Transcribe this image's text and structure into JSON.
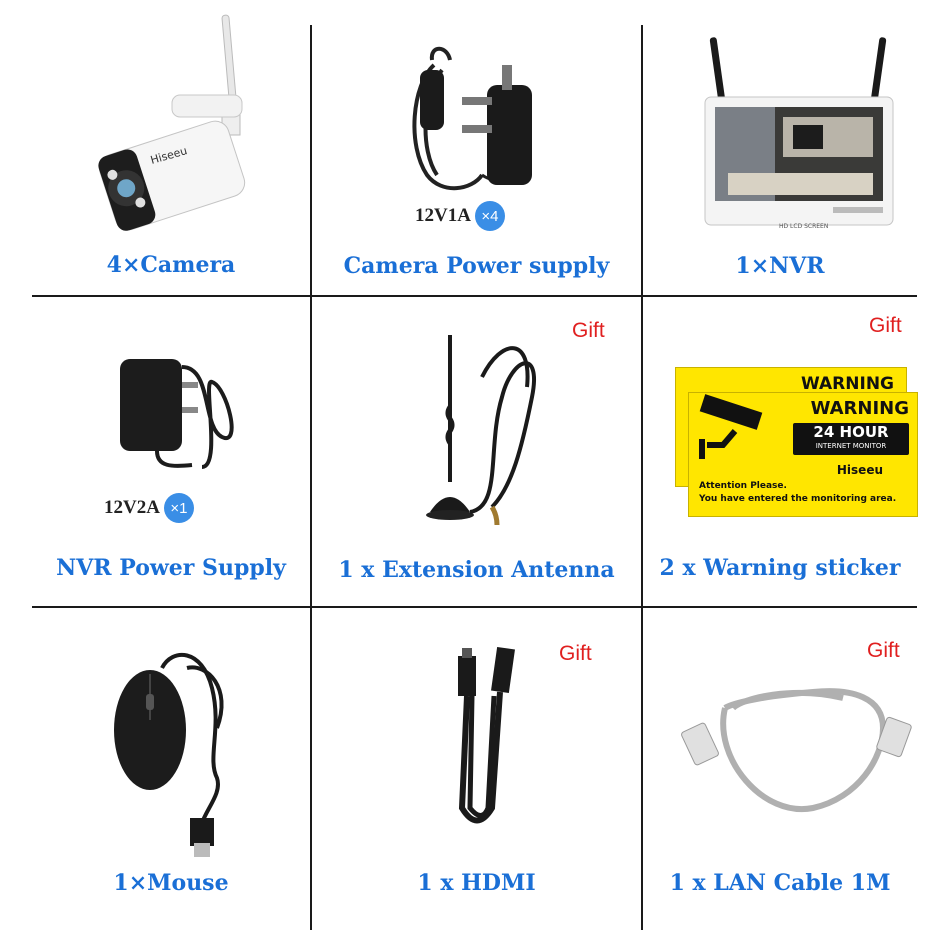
{
  "items": [
    {
      "caption": "4×Camera",
      "brand": "Hiseeu"
    },
    {
      "caption": "Camera Power supply",
      "spec": "12V1A",
      "qty": "×4"
    },
    {
      "caption": "1×NVR",
      "screen_label": "HD LCD SCREEN"
    },
    {
      "caption": "NVR Power Supply",
      "spec": "12V2A",
      "qty": "×1"
    },
    {
      "caption": "1 x Extension Antenna",
      "gift": "Gift"
    },
    {
      "caption": "2 x Warning sticker",
      "gift": "Gift"
    },
    {
      "caption": "1×Mouse"
    },
    {
      "caption": "1 x HDMI",
      "gift": "Gift"
    },
    {
      "caption": "1 x LAN Cable 1M",
      "gift": "Gift"
    }
  ],
  "sticker": {
    "back_title": "WARNING",
    "title": "WARNING",
    "hours": "24 HOUR",
    "monitor": "INTERNET MONITOR",
    "brand": "Hiseeu",
    "line1": "Attention Please.",
    "line2": "You have entered the monitoring area."
  },
  "colors": {
    "caption": "#1a6fd6",
    "gift": "#e02020",
    "badge": "#3a8ee6",
    "sticker_yellow": "#ffe600",
    "grid_line": "#1a1a1a"
  }
}
